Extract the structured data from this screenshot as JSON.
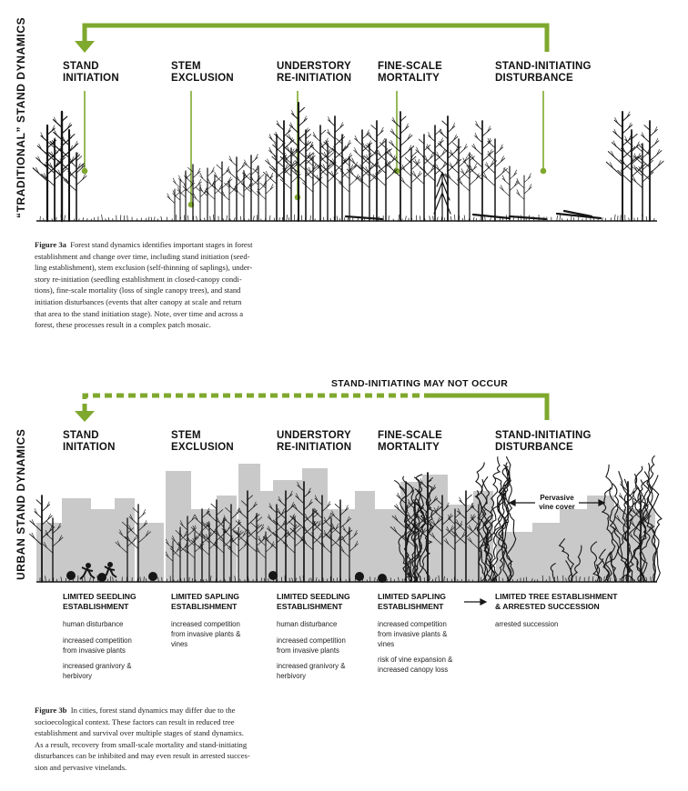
{
  "top": {
    "axis_label": "“TRADITIONAL” STAND DYNAMICS",
    "stages": [
      {
        "label_1": "STAND",
        "label_2": "INITIATION"
      },
      {
        "label_1": "STEM",
        "label_2": "EXCLUSION"
      },
      {
        "label_1": "UNDERSTORY",
        "label_2": "RE-INITIATION"
      },
      {
        "label_1": "FINE-SCALE",
        "label_2": "MORTALITY"
      },
      {
        "label_1": "STAND-INITIATING",
        "label_2": "DISTURBANCE"
      }
    ],
    "caption_title": "Figure 3a",
    "caption_lines": [
      "Forest stand dynamics identifies important stages in forest",
      "establishment and change over time, including stand initiation (seed-",
      "ling establishment), stem exclusion (self-thinning of saplings), under-",
      "story re-initiation (seedling establishment in closed-canopy condi-",
      "tions), fine-scale mortality (loss of single canopy trees), and stand",
      "initiation disturbances (events that alter canopy at scale and return",
      "that area to the stand initiation stage). Note, over time and across a",
      "forest, these processes result in a complex patch mosaic."
    ]
  },
  "bottom": {
    "axis_label": "URBAN STAND DYNAMICS",
    "banner": "STAND-INITIATING MAY NOT OCCUR",
    "stages": [
      {
        "label_1": "STAND",
        "label_2": "INITATION"
      },
      {
        "label_1": "STEM",
        "label_2": "EXCLUSION"
      },
      {
        "label_1": "UNDERSTORY",
        "label_2": "RE-INITIATION"
      },
      {
        "label_1": "FINE-SCALE",
        "label_2": "MORTALITY"
      },
      {
        "label_1": "STAND-INITIATING",
        "label_2": "DISTURBANCE"
      }
    ],
    "vine_label_1": "Pervasive",
    "vine_label_2": "vine cover",
    "constraints": [
      {
        "title_1": "LIMITED SEEDLING",
        "title_2": "ESTABLISHMENT",
        "notes": [
          [
            "human disturbance"
          ],
          [
            "increased competition",
            "from invasive plants"
          ],
          [
            "increased granivory &",
            "herbivory"
          ]
        ]
      },
      {
        "title_1": "LIMITED SAPLING",
        "title_2": "ESTABLISHMENT",
        "notes": [
          [
            "increased competition",
            "from invasive plants &",
            "vines"
          ]
        ]
      },
      {
        "title_1": "LIMITED SEEDLING",
        "title_2": "ESTABLISHMENT",
        "notes": [
          [
            "human disturbance"
          ],
          [
            "increased competition",
            "from invasive plants"
          ],
          [
            "increased granivory &",
            "herbivory"
          ]
        ]
      },
      {
        "title_1": "LIMITED SAPLING",
        "title_2": "ESTABLISHMENT",
        "notes": [
          [
            "increased competition",
            "from invasive plants &",
            "vines"
          ],
          [
            "risk of vine expansion &",
            "increased canopy loss"
          ]
        ]
      },
      {
        "title_1": "LIMITED TREE ESTABLISHMENT",
        "title_2": "& ARRESTED SUCCESSION",
        "notes": [
          [
            "arrested succession"
          ]
        ]
      }
    ],
    "caption_title": "Figure 3b",
    "caption_lines": [
      "In cities, forest stand dynamics may differ due to the",
      "socioecological context. These factors can result in reduced tree",
      "establishment and survival over multiple stages of stand dynamics.",
      "As a result, recovery from small-scale mortality and stand-initiating",
      "disturbances can be inhibited and may even result in arrested succes-",
      "sion and pervasive vinelands."
    ]
  },
  "colors": {
    "accent_green": "#7fa82e",
    "building_gray": "#c9c9c9",
    "tree_black": "#161616"
  },
  "icons": [
    "arrow-down-icon",
    "arrow-right-icon",
    "double-arrow-icon",
    "tree-silhouette-icon",
    "building-silhouette-icon",
    "running-child-icon"
  ]
}
